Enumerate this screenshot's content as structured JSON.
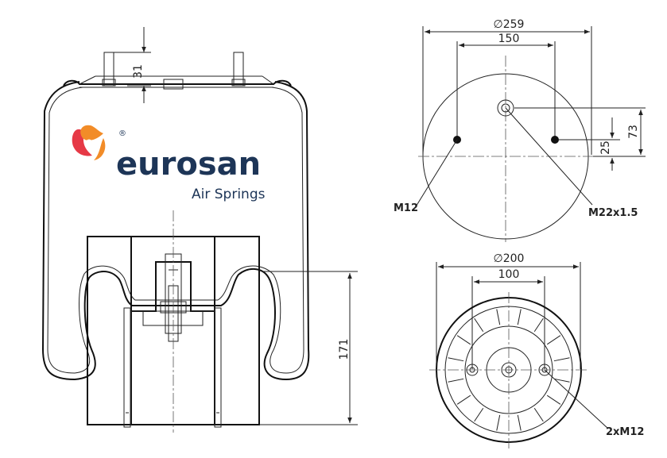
{
  "brand": {
    "name": "eurosan",
    "tagline": "Air Springs",
    "registered_mark": "®",
    "colors": {
      "text": "#1d3557",
      "logo_primary": "#f28c28",
      "logo_secondary": "#e63946"
    }
  },
  "side_view": {
    "dim_stud_height": "31",
    "dim_piston_height": "171"
  },
  "top_view": {
    "dim_diameter": "∅259",
    "dim_bolt_spacing": "150",
    "dim_offset_73": "73",
    "dim_offset_25": "25",
    "callout_stud": "M12",
    "callout_port": "M22x1.5"
  },
  "bottom_view": {
    "dim_diameter": "∅200",
    "dim_bolt_spacing": "100",
    "callout_threads": "2xM12"
  }
}
